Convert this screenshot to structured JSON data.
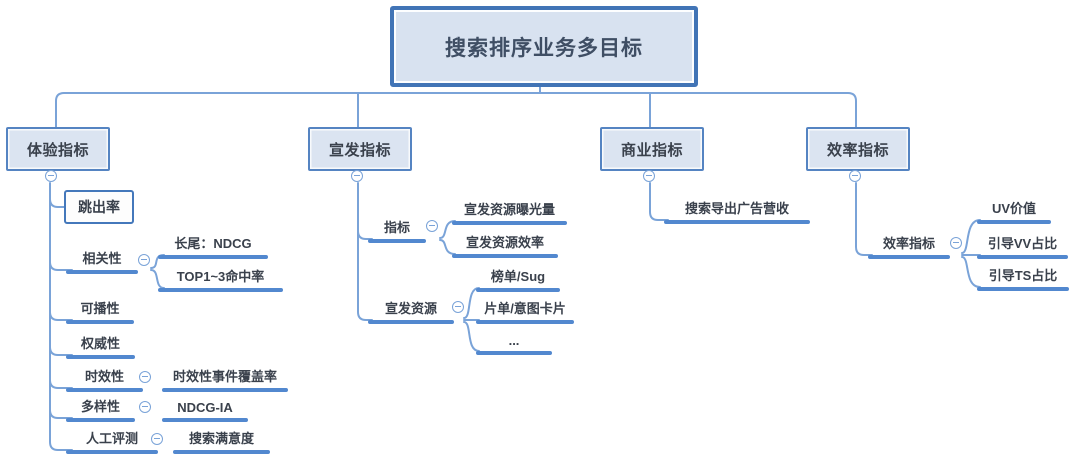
{
  "theme": {
    "line_color": "#7aa3d8",
    "bar_color": "#5288cf",
    "box_fill": "#dbe4f1",
    "box_border": "#5584c2",
    "root_fill": "#d8e2f0",
    "root_border": "#4174b6",
    "sbox_border": "#4478bb",
    "text_color": "#3a414c",
    "root_text_color": "#3f4e64"
  },
  "root": {
    "label": "搜索排序业务多目标"
  },
  "branches": [
    {
      "label": "体验指标",
      "children": [
        {
          "label": "跳出率"
        },
        {
          "label": "相关性",
          "children": [
            {
              "label": "长尾：NDCG"
            },
            {
              "label": "TOP1~3命中率"
            }
          ]
        },
        {
          "label": "可播性"
        },
        {
          "label": "权威性"
        },
        {
          "label": "时效性",
          "children": [
            {
              "label": "时效性事件覆盖率"
            }
          ]
        },
        {
          "label": "多样性",
          "children": [
            {
              "label": "NDCG-IA"
            }
          ]
        },
        {
          "label": "人工评测",
          "children": [
            {
              "label": "搜索满意度"
            }
          ]
        }
      ]
    },
    {
      "label": "宣发指标",
      "children": [
        {
          "label": "指标",
          "children": [
            {
              "label": "宣发资源曝光量"
            },
            {
              "label": "宣发资源效率"
            }
          ]
        },
        {
          "label": "宣发资源",
          "children": [
            {
              "label": "榜单/Sug"
            },
            {
              "label": "片单/意图卡片"
            },
            {
              "label": "..."
            }
          ]
        }
      ]
    },
    {
      "label": "商业指标",
      "children": [
        {
          "label": "搜索导出广告营收"
        }
      ]
    },
    {
      "label": "效率指标",
      "children": [
        {
          "label": "效率指标",
          "children": [
            {
              "label": "UV价值"
            },
            {
              "label": "引导VV占比"
            },
            {
              "label": "引导TS占比"
            }
          ]
        }
      ]
    }
  ]
}
